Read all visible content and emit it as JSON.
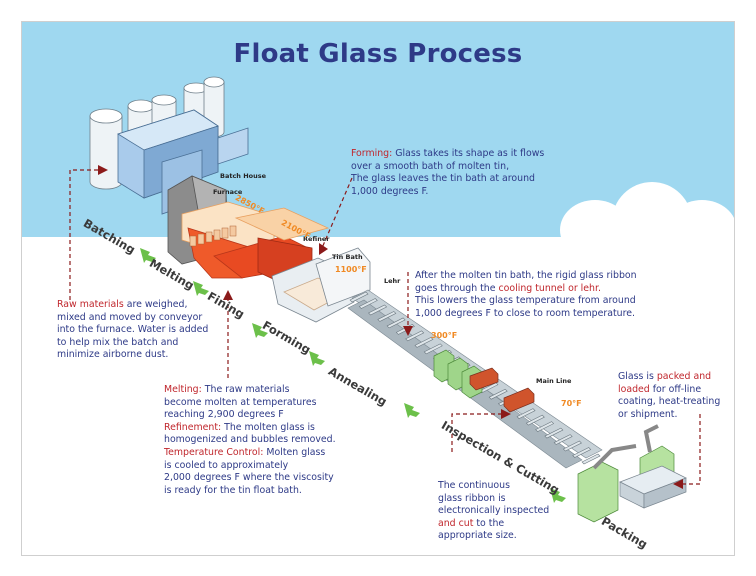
{
  "title": "Float Glass Process",
  "facility_labels": {
    "batch_house": "Batch House",
    "furnace": "Furnace",
    "refiner": "Refiner",
    "tin_bath": "Tin Bath",
    "lehr": "Lehr",
    "main_line": "Main Line"
  },
  "temperatures": {
    "furnace": "2850°F",
    "refiner": "2100°F",
    "tin_bath": "1100°F",
    "annealing": "300°F",
    "main_line": "70°F"
  },
  "stages": {
    "batching": "Batching",
    "melting": "Melting",
    "fining": "Fining",
    "forming": "Forming",
    "annealing": "Annealing",
    "inspection": "Inspection & Cutting",
    "packing": "Packing"
  },
  "captions": {
    "forming": {
      "label": "Forming:",
      "line1": " Glass takes its shape as it flows",
      "line2": "over a smooth bath of molten tin,",
      "line3": "The glass leaves the tin bath at around",
      "line4": "1,000 degrees F."
    },
    "annealing": {
      "line1": "After the molten tin bath, the rigid glass ribbon",
      "line2a": "goes  through the ",
      "line2b": "cooling tunnel or lehr.",
      "line3": "This lowers the glass temperature from around",
      "line4": "1,000 degrees F to close to room temperature."
    },
    "raw": {
      "label": "Raw materials",
      "line1": " are weighed,",
      "line2": "mixed and moved by conveyor",
      "line3": "into the furnace. Water is added",
      "line4": "to help mix the batch and",
      "line5": "minimize airborne dust."
    },
    "melting": {
      "label1": "Melting:",
      "line1": " The raw materials",
      "line2": "become molten at temperatures",
      "line3": "reaching 2,900 degrees F",
      "label2": "Refinement:",
      "line4": " The molten glass is",
      "line5": "homogenized and bubbles removed.",
      "label3": "Temperature Control:",
      "line6": " Molten glass",
      "line7": "is cooled to approximately",
      "line8": "2,000 degrees F where the viscosity",
      "line9": "is ready for the tin float bath."
    },
    "packing": {
      "line1a": "Glass is ",
      "line1b": "packed and",
      "line2a": "loaded",
      "line2b": " for off-line",
      "line3": "coating, heat-treating",
      "line4": "or shipment."
    },
    "inspection": {
      "line1": "The continuous",
      "line2": "glass ribbon is",
      "line3": "electronically inspected",
      "line4a": "and cut",
      "line4b": " to the",
      "line5": "appropriate size."
    }
  },
  "colors": {
    "sky": "#9fd8f0",
    "title": "#2e3a87",
    "caption_text": "#2e3a87",
    "highlight_red": "#c0272d",
    "temperature_orange": "#f08a24",
    "stage_arrow_green": "#6cc04a",
    "leader_line": "#8b1a1a"
  }
}
